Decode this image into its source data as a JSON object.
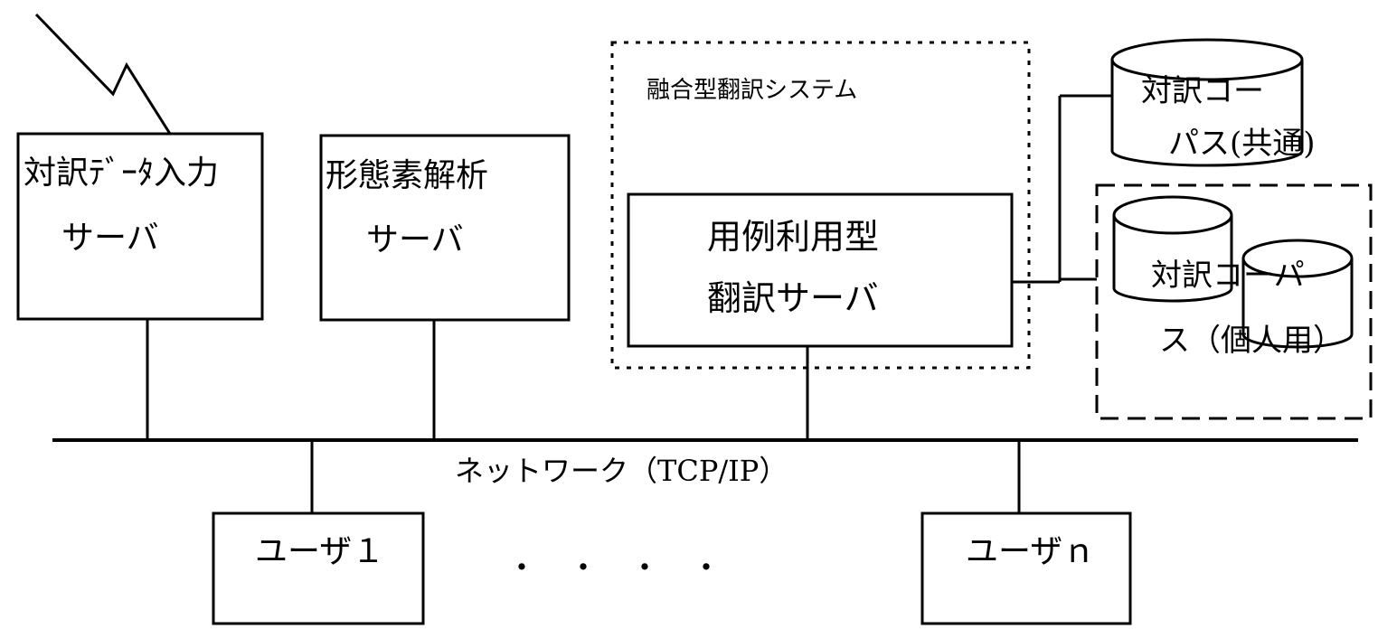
{
  "colors": {
    "line": "#000000",
    "background": "#ffffff"
  },
  "icons": {
    "antenna": "lightning-antenna-icon",
    "database": "cylinder-database-icon"
  },
  "servers": {
    "input": {
      "line1": "対訳ﾃﾞｰﾀ入力",
      "line2": "サーバ"
    },
    "morph": {
      "line1": "形態素解析",
      "line2": "サーバ"
    },
    "translation": {
      "line1": "用例利用型",
      "line2": "翻訳サーバ"
    }
  },
  "fusion_system": {
    "label": "融合型翻訳システム"
  },
  "corpus_common": {
    "line1": "対訳コー",
    "line2": "パス(共通)"
  },
  "corpus_personal": {
    "line1": "対訳コーパ",
    "line2": "ス（個人用）"
  },
  "network": {
    "label": "ネットワーク（TCP/IP）"
  },
  "users": {
    "first": "ユーザ１",
    "ellipsis": "・　・　・　・",
    "last": "ユーザｎ"
  }
}
